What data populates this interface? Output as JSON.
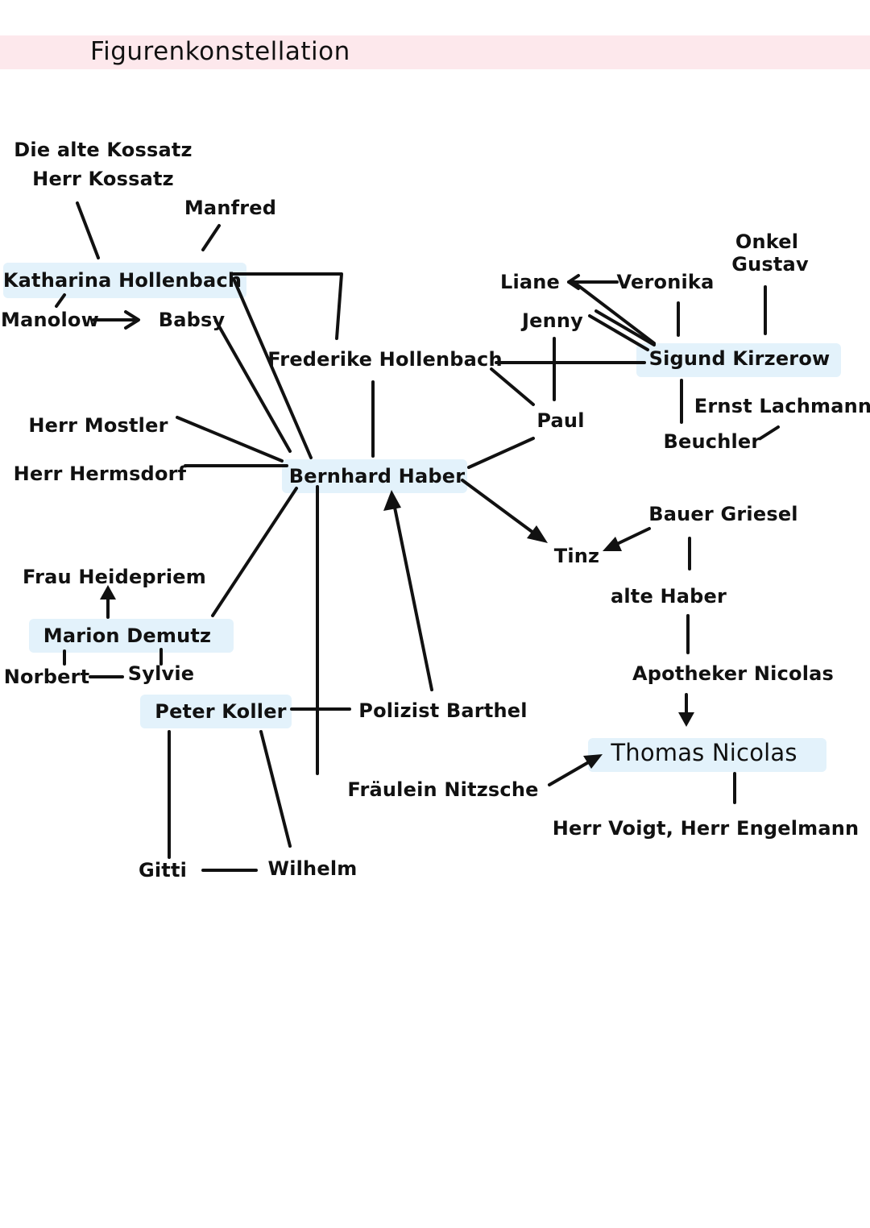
{
  "title": "Figurenkonstellation",
  "colors": {
    "title_band": "#fde8ec",
    "highlight": "#e3f2fb",
    "ink": "#111111"
  },
  "nodes": {
    "alte_kossatz": "Die alte Kossatz",
    "herr_kossatz": "Herr Kossatz",
    "manfred": "Manfred",
    "katharina": "Katharina Hollenbach",
    "manolow": "Manolow",
    "babsy": "Babsy",
    "frederike": "Frederike Hollenbach",
    "herr_mostler": "Herr Mostler",
    "herr_hermsdorf": "Herr Hermsdorf",
    "bernhard": "Bernhard Haber",
    "frau_heidepriem": "Frau Heidepriem",
    "marion": "Marion Demutz",
    "norbert": "Norbert",
    "sylvie": "Sylvie",
    "peter": "Peter Koller",
    "polizist": "Polizist Barthel",
    "fraulein": "Fräulein Nitzsche",
    "gitti": "Gitti",
    "wilhelm": "Wilhelm",
    "liane": "Liane",
    "jenny": "Jenny",
    "veronika": "Veronika",
    "onkel": "Onkel",
    "gustav": "Gustav",
    "sigund": "Sigund Kirzerow",
    "paul": "Paul",
    "ernst": "Ernst Lachmann",
    "beuchler": "Beuchler",
    "bauer": "Bauer Griesel",
    "tinz": "Tinz",
    "alte_haber": "alte Haber",
    "apotheker": "Apotheker Nicolas",
    "thomas": "Thomas Nicolas",
    "voigt": "Herr Voigt, Herr Engelmann"
  }
}
